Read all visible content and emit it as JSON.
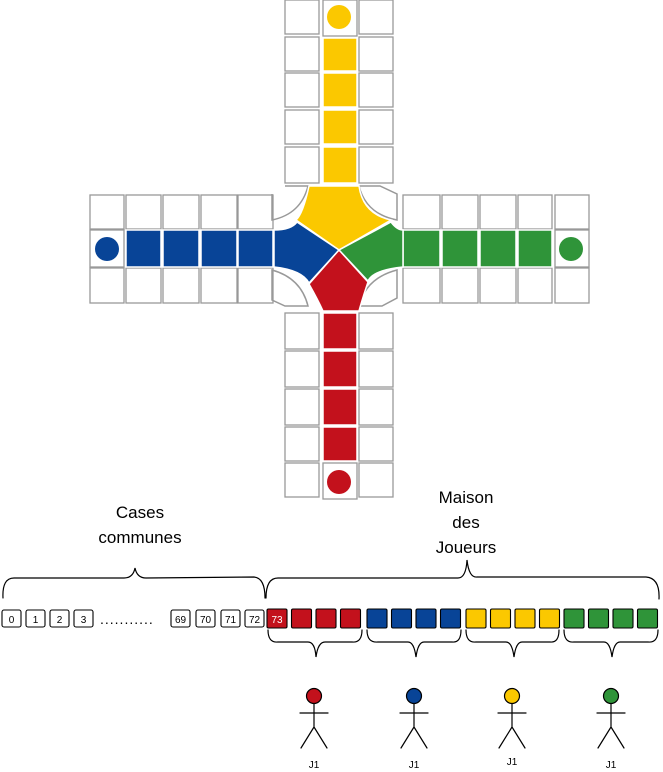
{
  "colors": {
    "yellow": "#fbc800",
    "blue": "#084497",
    "green": "#2f9439",
    "red": "#c3111c",
    "cell_border": "#999999",
    "ink": "#000000"
  },
  "labels": {
    "common_cells_line1": "Cases",
    "common_cells_line2": "communes",
    "home_line1": "Maison",
    "home_line2": "des",
    "home_line3": "Joueurs",
    "dots": "..........."
  },
  "common_cells": [
    "0",
    "1",
    "2",
    "3",
    "69",
    "70",
    "71",
    "72"
  ],
  "home_first_cell": "73",
  "home_groups": [
    {
      "color": "red",
      "player": "J1",
      "icon": "stick-figure-icon"
    },
    {
      "color": "blue",
      "player": "J1",
      "icon": "stick-figure-icon"
    },
    {
      "color": "yellow",
      "player": "J1",
      "icon": "stick-figure-icon"
    },
    {
      "color": "green",
      "player": "J1",
      "icon": "stick-figure-icon"
    }
  ]
}
